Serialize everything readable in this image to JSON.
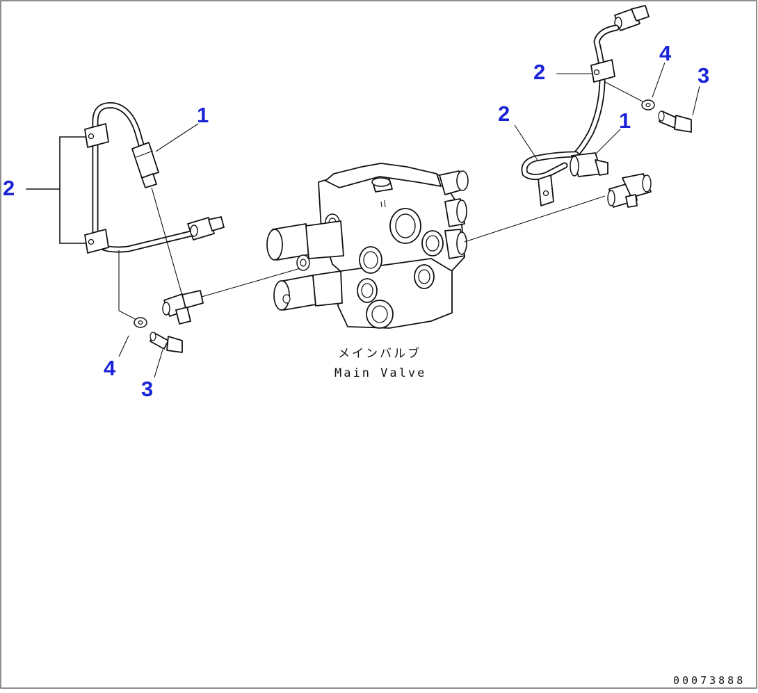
{
  "callouts": {
    "left_sensor": "1",
    "left_clamps": "2",
    "left_bolt": "3",
    "left_washer": "4",
    "right_clamp_top": "2",
    "right_washer": "4",
    "right_bolt": "3",
    "right_clamp_lower": "2",
    "right_sensor": "1"
  },
  "caption": {
    "japanese": "メインバルブ",
    "english": "Main Valve"
  },
  "document_id": "00073888",
  "colors": {
    "callout": "#1a23d6",
    "line": "#111111",
    "background": "#ffffff"
  }
}
